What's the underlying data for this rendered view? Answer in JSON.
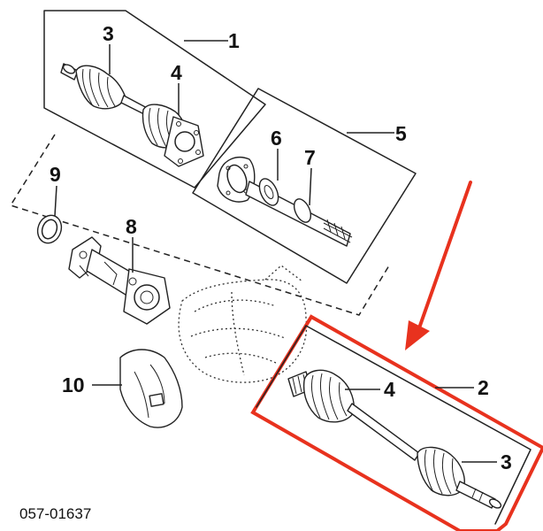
{
  "figure": {
    "reference_code": "057-01637",
    "accent_color": "#e8321e"
  },
  "callouts": {
    "c1": "1",
    "c2": "2",
    "c3_top": "3",
    "c3_bottom": "3",
    "c4_top": "4",
    "c4_bottom": "4",
    "c5": "5",
    "c6": "6",
    "c7": "7",
    "c8": "8",
    "c9": "9",
    "c10": "10"
  }
}
